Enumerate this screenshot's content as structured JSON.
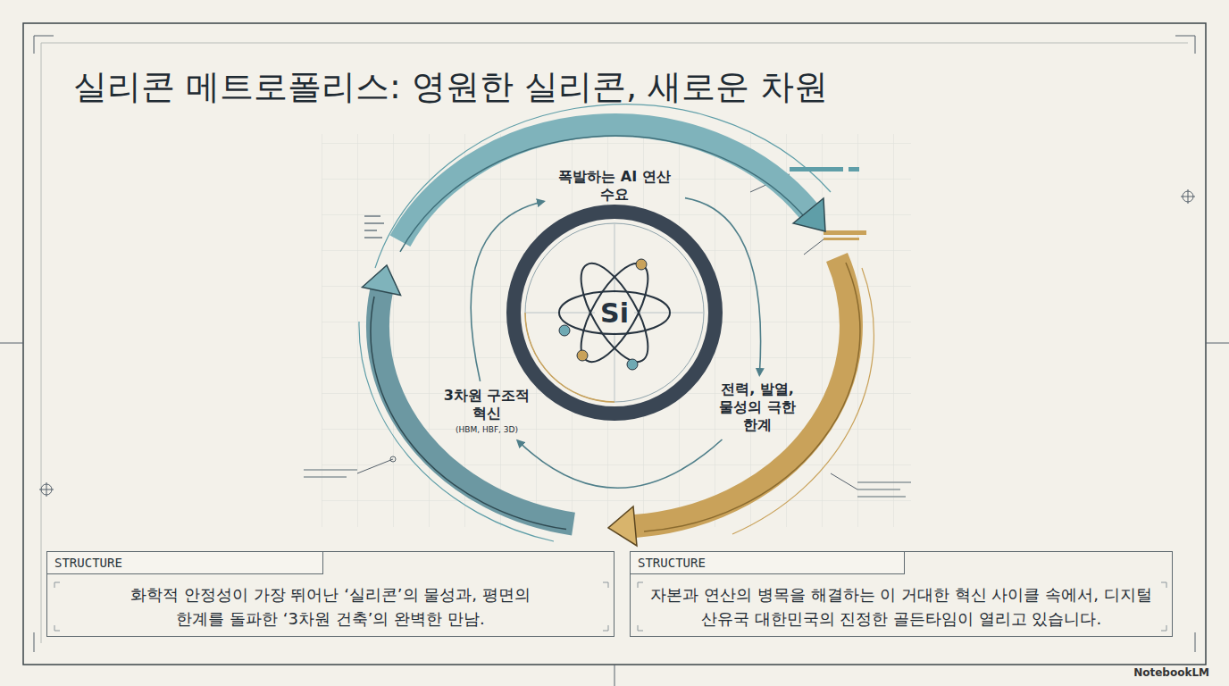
{
  "diagram": {
    "title": "실리콘 메트로폴리스: 영원한 실리콘, 새로운 차원",
    "nodes": [
      {
        "text": [
          "폭발하는 AI 연산 수요"
        ]
      },
      {
        "text": [
          "전력, 발열, 물성의 극한 한계"
        ]
      },
      {
        "text": [
          "3차원 구조적 혁신",
          "(HBM, HBF, 3D)"
        ]
      },
      {
        "text": [
          "Si"
        ]
      },
      {
        "text": [
          "STRUCTURE",
          "화학적 안정성이 가장 뛰어난 ‘실리콘’의 물성과, 평면의 한계를 돌파한 ‘3차원 건축’의 완벽한 만남."
        ]
      },
      {
        "text": [
          "STRUCTURE",
          "자본과 연산의 병목을 해결하는 이 거대한 혁신 사이클 속에서, 디지털 산유국 대한민국의 진정한 골든타임이 열리고 있습니다."
        ]
      }
    ],
    "edges": [
      {
        "from": 0,
        "to": 1,
        "arrow": "to"
      },
      {
        "from": 1,
        "to": 2,
        "arrow": "to"
      },
      {
        "from": 2,
        "to": 0,
        "arrow": "to"
      }
    ],
    "labels": [
      "NotebookLM"
    ]
  }
}
